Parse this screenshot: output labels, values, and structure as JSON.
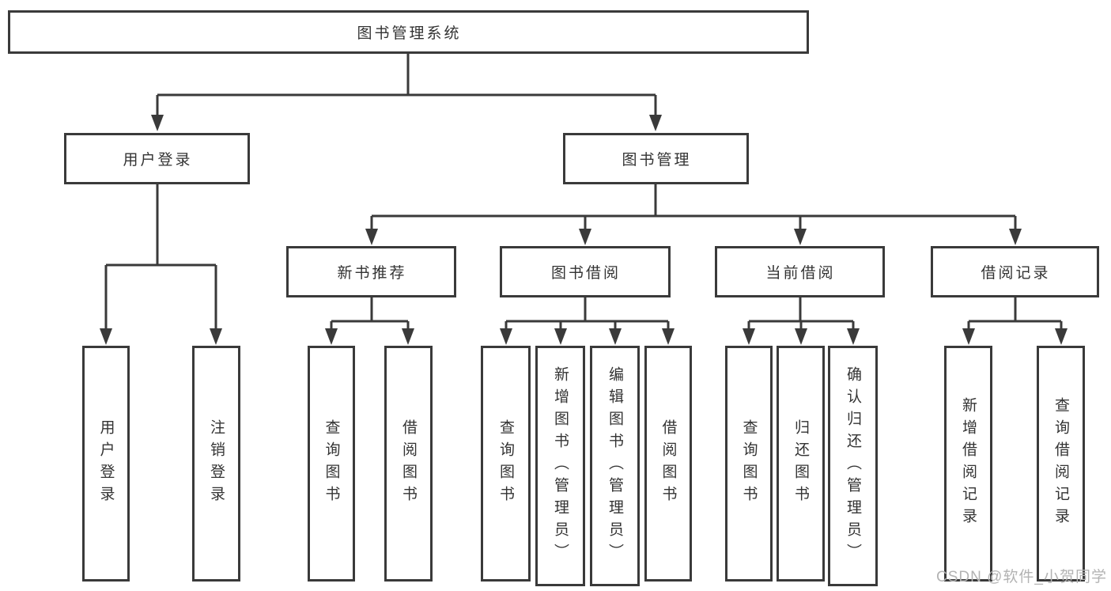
{
  "diagram": {
    "watermark": "CSDN @软件_小贺同学",
    "colors": {
      "background": "#ffffff",
      "line": "#3a3a3a",
      "box_border": "#3a3a3a",
      "text": "#333333",
      "watermark": "#b3b3b3"
    },
    "tree": {
      "label": "图书管理系统",
      "children": [
        {
          "label": "用户登录",
          "children": [
            {
              "label": "用户登录"
            },
            {
              "label": "注销登录"
            }
          ]
        },
        {
          "label": "图书管理",
          "children": [
            {
              "label": "新书推荐",
              "children": [
                {
                  "label": "查询图书"
                },
                {
                  "label": "借阅图书"
                }
              ]
            },
            {
              "label": "图书借阅",
              "children": [
                {
                  "label": "查询图书"
                },
                {
                  "label": "新增图书（管理员）"
                },
                {
                  "label": "编辑图书（管理员）"
                },
                {
                  "label": "借阅图书"
                }
              ]
            },
            {
              "label": "当前借阅",
              "children": [
                {
                  "label": "查询图书"
                },
                {
                  "label": "归还图书"
                },
                {
                  "label": "确认归还（管理员）"
                }
              ]
            },
            {
              "label": "借阅记录",
              "children": [
                {
                  "label": "新增借阅记录"
                },
                {
                  "label": "查询借阅记录"
                }
              ]
            }
          ]
        }
      ]
    }
  }
}
